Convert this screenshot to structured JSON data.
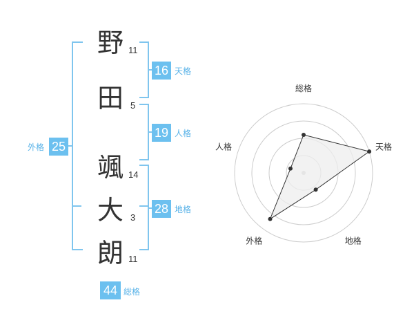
{
  "name": {
    "characters": [
      {
        "char": "野",
        "strokes": "11"
      },
      {
        "char": "田",
        "strokes": "5"
      },
      {
        "char": "颯",
        "strokes": "14"
      },
      {
        "char": "大",
        "strokes": "3"
      },
      {
        "char": "朗",
        "strokes": "11"
      }
    ]
  },
  "fortunes": {
    "tenkaku": {
      "value": "16",
      "label": "天格"
    },
    "jinkaku": {
      "value": "19",
      "label": "人格"
    },
    "chikaku": {
      "value": "28",
      "label": "地格"
    },
    "gaikaku": {
      "value": "25",
      "label": "外格"
    },
    "soukaku": {
      "value": "44",
      "label": "総格"
    }
  },
  "colors": {
    "bracket": "#7fc5ee",
    "badge_bg": "#6cc0ef",
    "badge_label": "#5ab3e8",
    "radar_fill": "#eeeeee",
    "radar_line": "#333333"
  },
  "chart_data": {
    "type": "radar",
    "axes": [
      "総格",
      "天格",
      "地格",
      "外格",
      "人格"
    ],
    "levels": 4,
    "max": 4,
    "values": [
      2.2,
      4.0,
      1.2,
      3.3,
      0.8
    ]
  }
}
